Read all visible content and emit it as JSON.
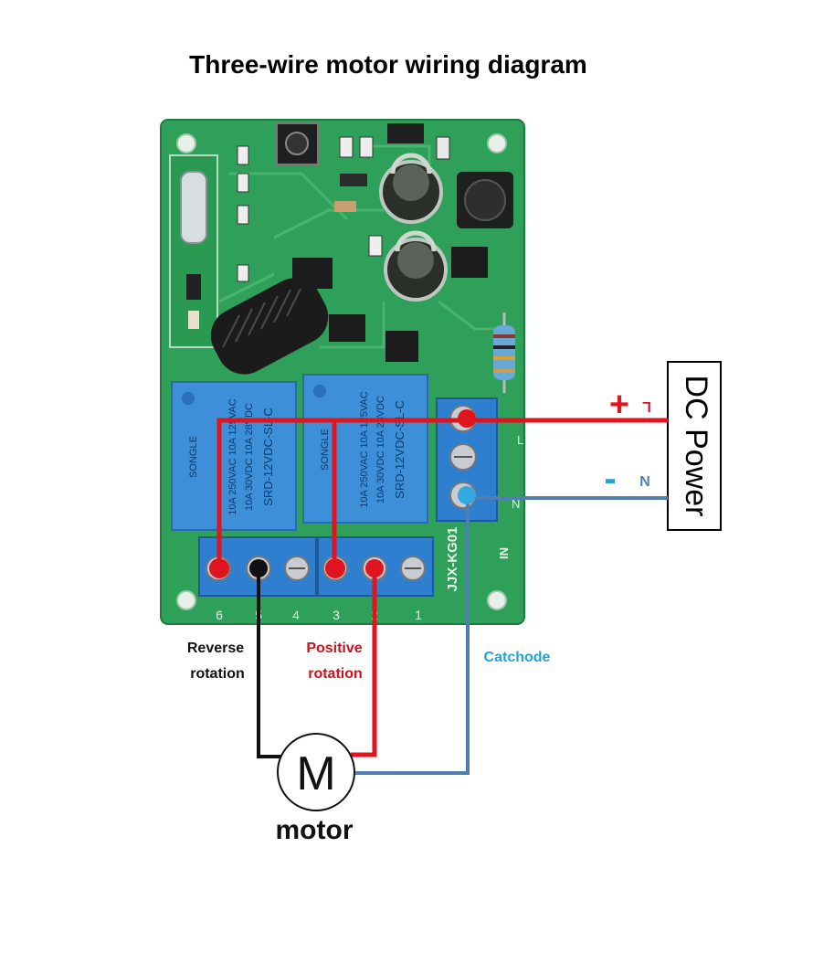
{
  "title": "Three-wire motor wiring diagram",
  "board": {
    "module_label": "JJX-KG01",
    "input_label": "IN",
    "power_terminal_marks": [
      "L",
      "N"
    ],
    "output_terminal_numbers": [
      "6",
      "5",
      "4",
      "3",
      "2",
      "1"
    ],
    "relays": [
      {
        "brand": "SONGLE",
        "lines": [
          "10A 250VAC 10A 125VAC",
          "10A 30VDC 10A 28VDC",
          "SRD-12VDC-SL-C"
        ]
      },
      {
        "brand": "SONGLE",
        "lines": [
          "10A 250VAC 10A 125VAC",
          "10A 30VDC 10A 28VDC",
          "SRD-12VDC-SL-C"
        ]
      }
    ]
  },
  "power": {
    "label": "DC Power",
    "plus_sign": "+",
    "minus_sign": "-",
    "l_mark": "L",
    "n_mark": "N"
  },
  "wire_labels": {
    "reverse_line1": "Reverse",
    "reverse_line2": "rotation",
    "positive_line1": "Positive",
    "positive_line2": "rotation",
    "cathode": "Catchode"
  },
  "motor": {
    "symbol": "M",
    "label": "motor"
  },
  "colors": {
    "positive_wire": "#e0141e",
    "negative_wire": "#4f7fb0",
    "reverse_wire": "#111111",
    "pcb": "#2fa05a",
    "terminal_block": "#2f7fd0",
    "relay": "#3d8fd8",
    "cathode_text": "#2aa0d0"
  }
}
